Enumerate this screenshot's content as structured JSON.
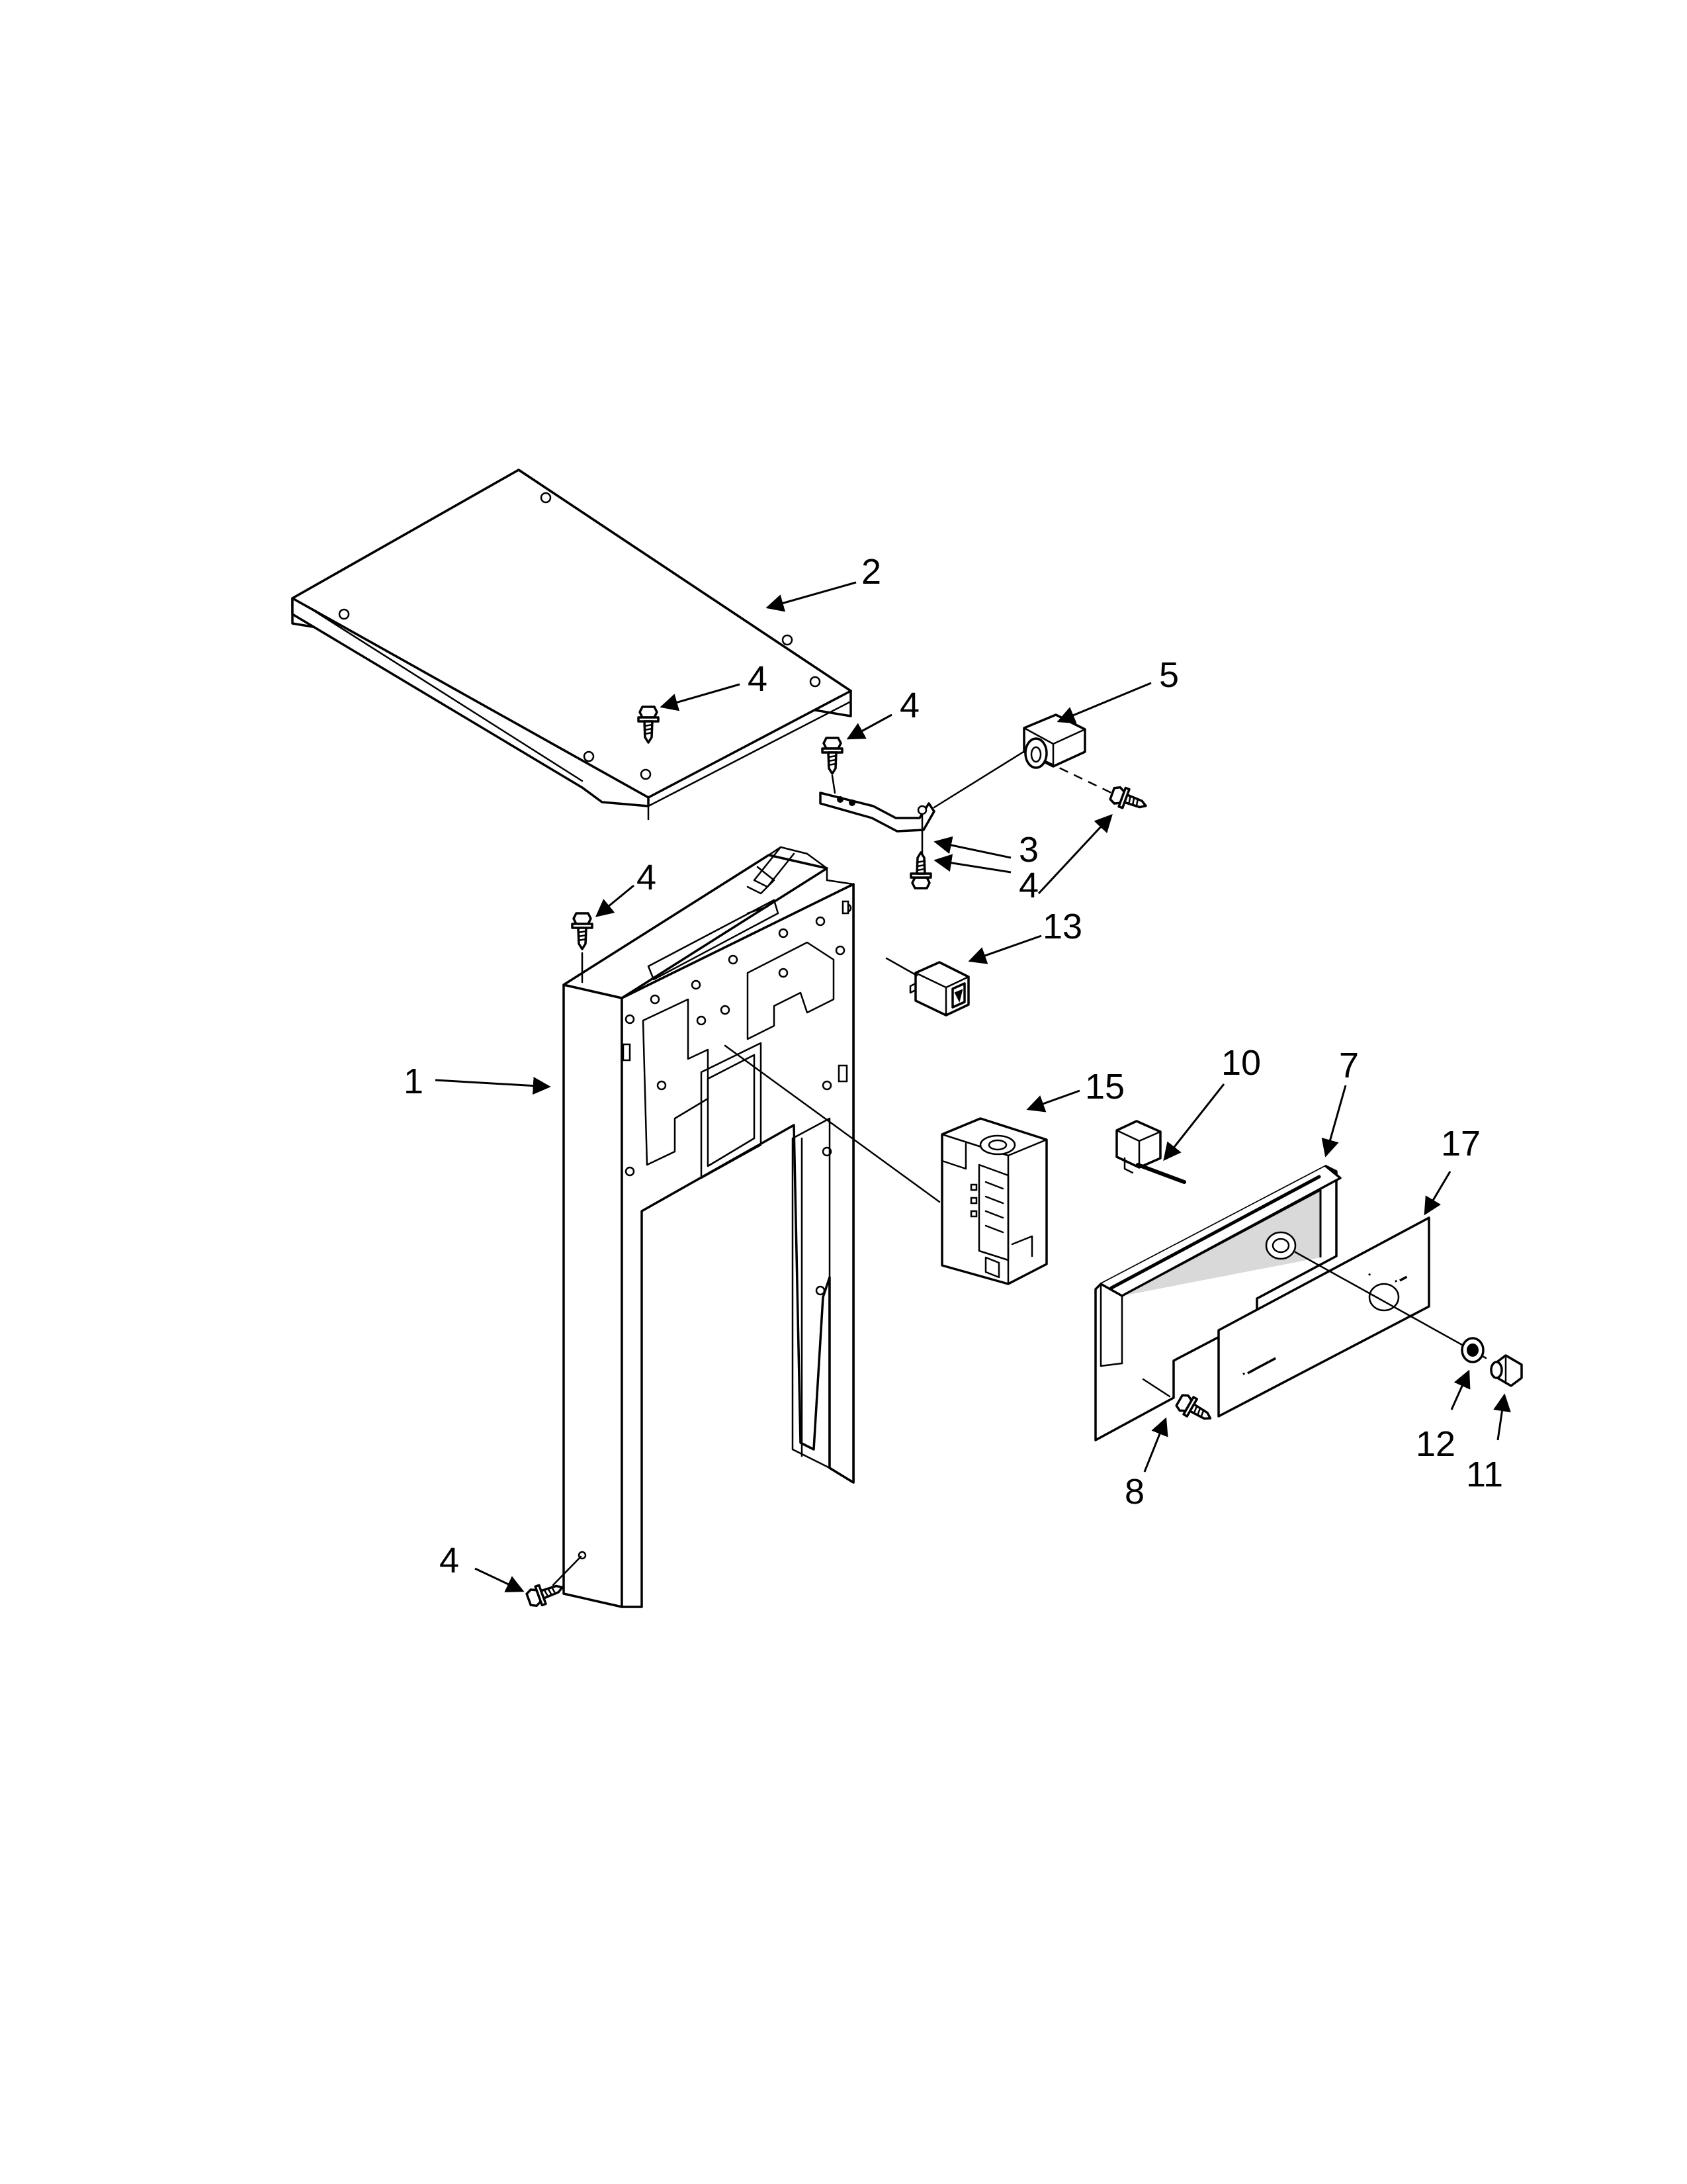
{
  "callouts": [
    {
      "id": "c1",
      "label": "1"
    },
    {
      "id": "c2",
      "label": "2"
    },
    {
      "id": "c3",
      "label": "3"
    },
    {
      "id": "c4a",
      "label": "4"
    },
    {
      "id": "c4b",
      "label": "4"
    },
    {
      "id": "c4c",
      "label": "4"
    },
    {
      "id": "c4d",
      "label": "4"
    },
    {
      "id": "c4e",
      "label": "4"
    },
    {
      "id": "c5",
      "label": "5"
    },
    {
      "id": "c7",
      "label": "7"
    },
    {
      "id": "c8",
      "label": "8"
    },
    {
      "id": "c10",
      "label": "10"
    },
    {
      "id": "c11",
      "label": "11"
    },
    {
      "id": "c12",
      "label": "12"
    },
    {
      "id": "c13",
      "label": "13"
    },
    {
      "id": "c15",
      "label": "15"
    },
    {
      "id": "c17",
      "label": "17"
    }
  ]
}
